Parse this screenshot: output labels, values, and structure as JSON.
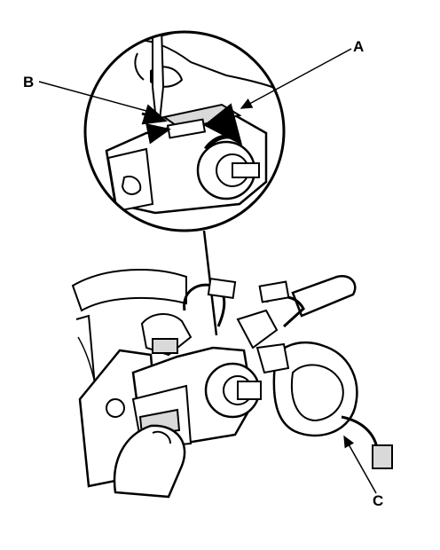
{
  "callouts": {
    "a": "A",
    "b": "B",
    "c": "C"
  },
  "colors": {
    "ink": "#000000",
    "paper": "#ffffff",
    "shade": "#d9d9d9"
  }
}
